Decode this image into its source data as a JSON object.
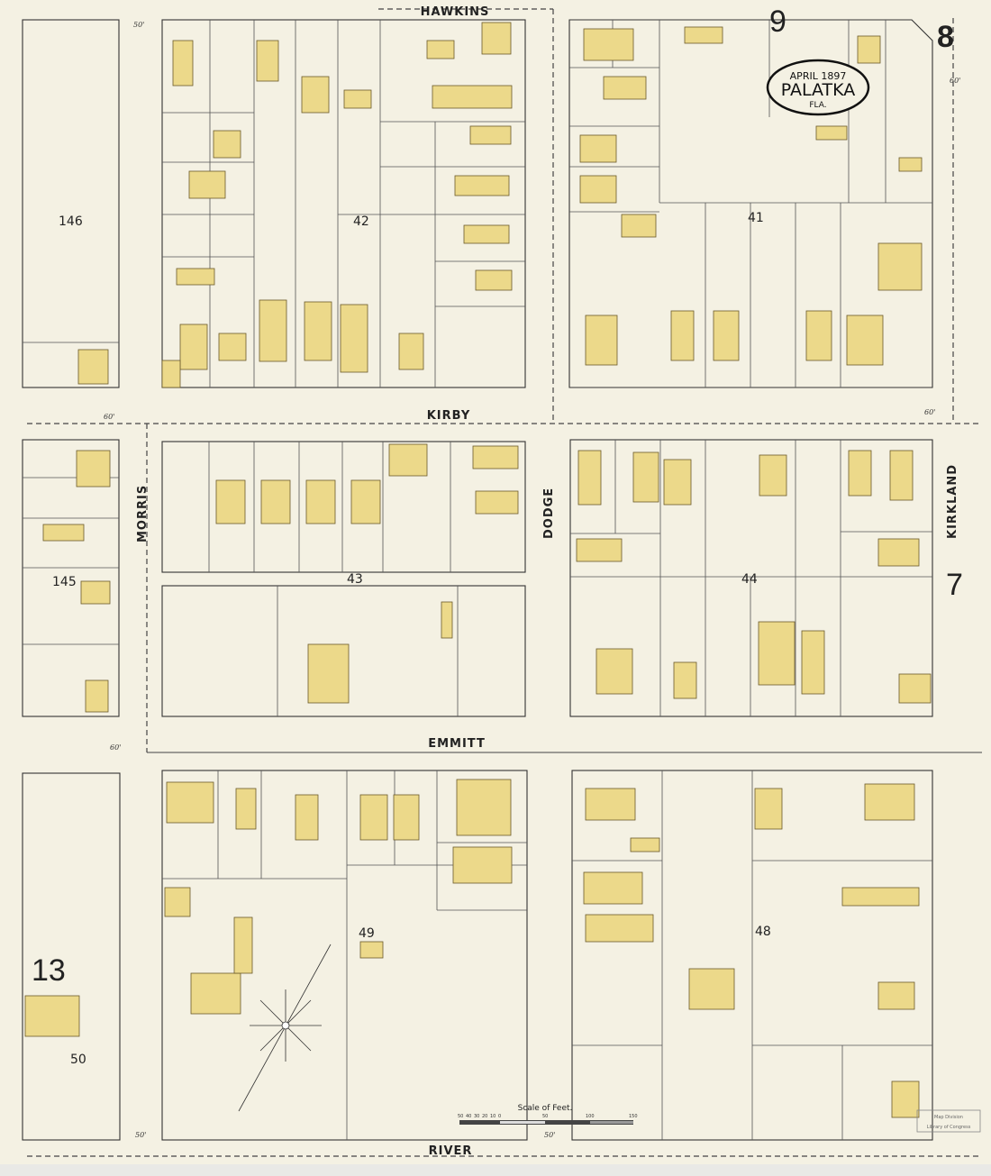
{
  "title": {
    "date": "APRIL 1897",
    "city": "PALATKA",
    "state": "FLA."
  },
  "sheet_numbers": {
    "current": "8",
    "adjacent_top": "9",
    "adjacent_right": "7",
    "adjacent_left_bottom": "13"
  },
  "streets": {
    "hawkins": "HAWKINS",
    "kirby": "KIRBY",
    "emmitt": "EMMITT",
    "river": "RIVER",
    "morris": "MORRIS",
    "dodge": "DODGE",
    "kirkland": "KIRKLAND"
  },
  "blocks": [
    "146",
    "42",
    "41",
    "145",
    "43",
    "44",
    "49",
    "48",
    "50"
  ],
  "scale": {
    "label": "Scale of Feet.",
    "ticks": [
      "50",
      "40",
      "30",
      "20",
      "10",
      "0",
      "50",
      "100",
      "150"
    ]
  },
  "street_widths": [
    "50'",
    "60'",
    "60'",
    "60'",
    "50'",
    "50'",
    "60'"
  ],
  "stamp": {
    "line1": "Map Division",
    "line2": "Library of Congress"
  },
  "colors": {
    "paper": "#f4f1e3",
    "building_frame": "#ecd98a",
    "lines": "#333333"
  }
}
